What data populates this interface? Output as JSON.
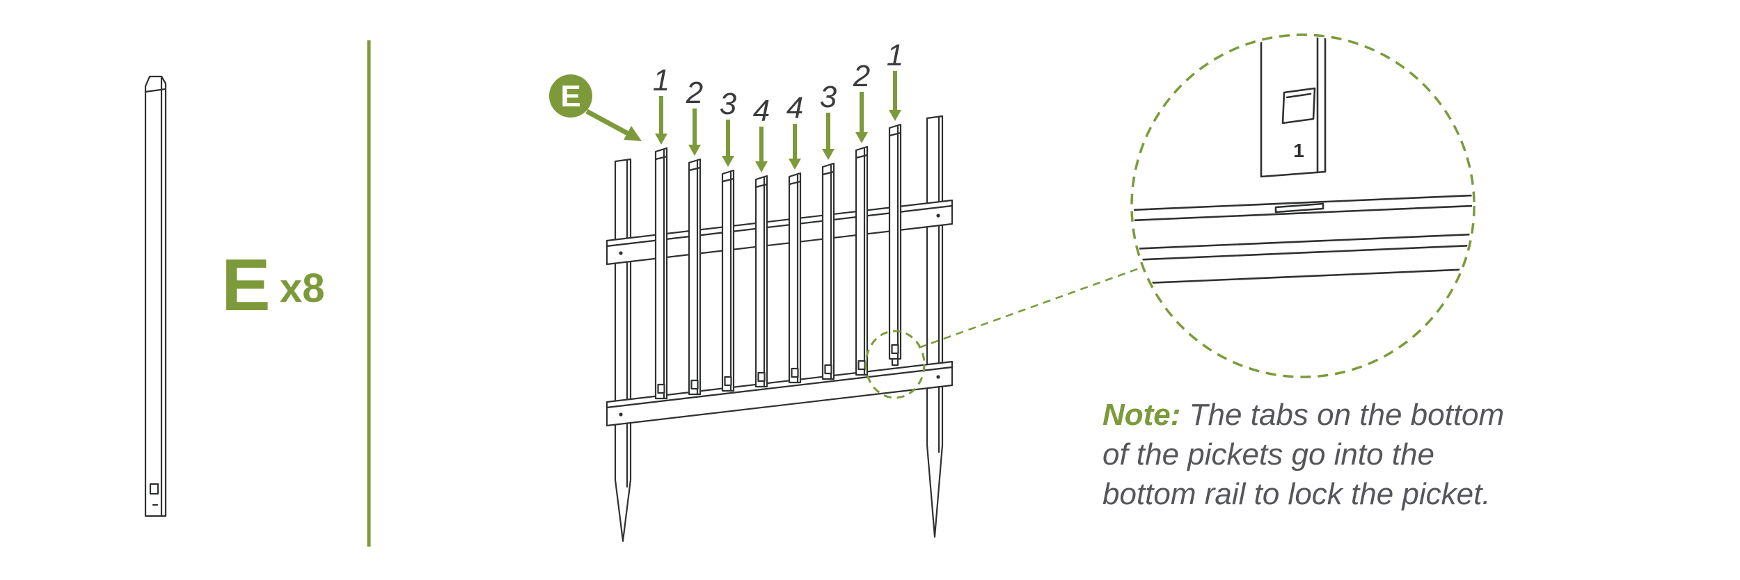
{
  "colors": {
    "olive": "#7c9a3a",
    "ink": "#2f3030",
    "note_gray": "#55565a"
  },
  "part": {
    "letter": "E",
    "quantity": "x8"
  },
  "badge": {
    "label": "E"
  },
  "fence": {
    "order_labels": [
      "1",
      "2",
      "3",
      "4",
      "4",
      "3",
      "2",
      "1"
    ]
  },
  "detail": {
    "tab_label": "1"
  },
  "note": {
    "label": "Note:",
    "line1": "The tabs on the bottom",
    "line2": "of the pickets go into the",
    "line3": "bottom rail to lock the picket."
  }
}
